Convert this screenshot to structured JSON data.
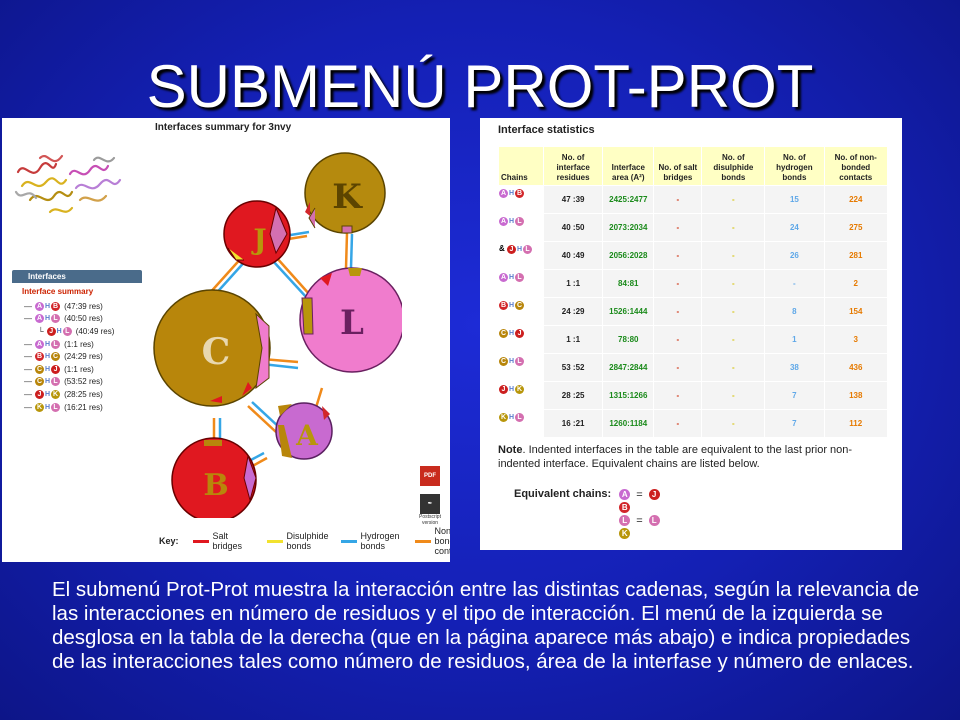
{
  "slide": {
    "title": "SUBMENÚ PROT-PROT",
    "body_text": "El submenú Prot-Prot muestra la interacción entre las distintas cadenas, según la relevancia de las interacciones en número de residuos y el tipo de interacción. El menú de la izquierda se desglosa en la tabla de la derecha (que en la página aparece más abajo) e indica propiedades de las interacciones tales como número de residuos, área de la interfase y número de enlaces."
  },
  "left_panel": {
    "title": "Interfaces summary for 3nvy",
    "menu": {
      "header": "Interfaces",
      "summary_label": "Interface summary",
      "items": [
        {
          "a": "A",
          "b": "B",
          "res": "(47:39 res)",
          "indent": false
        },
        {
          "a": "A",
          "b": "L",
          "res": "(40:50 res)",
          "indent": false
        },
        {
          "a": "J",
          "b": "L",
          "res": "(40:49 res)",
          "indent": true
        },
        {
          "a": "A",
          "b": "L",
          "res": "(1:1 res)",
          "indent": false
        },
        {
          "a": "B",
          "b": "C",
          "res": "(24:29 res)",
          "indent": false
        },
        {
          "a": "C",
          "b": "J",
          "res": "(1:1 res)",
          "indent": false
        },
        {
          "a": "C",
          "b": "L",
          "res": "(53:52 res)",
          "indent": false
        },
        {
          "a": "J",
          "b": "K",
          "res": "(28:25 res)",
          "indent": false
        },
        {
          "a": "K",
          "b": "L",
          "res": "(16:21 res)",
          "indent": false
        }
      ]
    },
    "diagram_nodes": {
      "K": "K",
      "J": "J",
      "L": "L",
      "C": "C",
      "A": "A",
      "B": "B"
    },
    "download_icons": {
      "pdf": "PDF",
      "postscript": "Postscript version"
    },
    "key": {
      "title": "Key:",
      "items": [
        {
          "label": "Salt bridges",
          "color": "#e0171f"
        },
        {
          "label": "Disulphide bonds",
          "color": "#f2e22e"
        },
        {
          "label": "Hydrogen bonds",
          "color": "#35a6e6"
        },
        {
          "label": "Non-bonded contacts",
          "color": "#f08a1a"
        }
      ]
    }
  },
  "chain_colors": {
    "A": "#c86ad0",
    "B": "#d2262a",
    "C": "#b8860b",
    "J": "#cc1f1f",
    "K": "#b8960b",
    "L": "#d46fb0"
  },
  "right_panel": {
    "title": "Interface statistics",
    "columns": [
      "Chains",
      "No. of interface residues",
      "Interface area (A²)",
      "No. of salt bridges",
      "No. of disulphide bonds",
      "No. of hydrogen bonds",
      "No. of non-bonded contacts"
    ],
    "rows": [
      {
        "a": "A",
        "b": "B",
        "prefix": "",
        "res": "47 :39",
        "area": "2425:2477",
        "salt": "-",
        "dis": "-",
        "hb": "15",
        "nb": "224"
      },
      {
        "a": "A",
        "b": "L",
        "prefix": "",
        "res": "40 :50",
        "area": "2073:2034",
        "salt": "-",
        "dis": "-",
        "hb": "24",
        "nb": "275"
      },
      {
        "a": "J",
        "b": "L",
        "prefix": "&",
        "res": "40 :49",
        "area": "2056:2028",
        "salt": "-",
        "dis": "-",
        "hb": "26",
        "nb": "281"
      },
      {
        "a": "A",
        "b": "L",
        "prefix": "",
        "res": "1 :1",
        "area": "84:81",
        "salt": "-",
        "dis": "-",
        "hb": "-",
        "nb": "2"
      },
      {
        "a": "B",
        "b": "C",
        "prefix": "",
        "res": "24 :29",
        "area": "1526:1444",
        "salt": "-",
        "dis": "-",
        "hb": "8",
        "nb": "154"
      },
      {
        "a": "C",
        "b": "J",
        "prefix": "",
        "res": "1 :1",
        "area": "78:80",
        "salt": "-",
        "dis": "-",
        "hb": "1",
        "nb": "3"
      },
      {
        "a": "C",
        "b": "L",
        "prefix": "",
        "res": "53 :52",
        "area": "2847:2844",
        "salt": "-",
        "dis": "-",
        "hb": "38",
        "nb": "436"
      },
      {
        "a": "J",
        "b": "K",
        "prefix": "",
        "res": "28 :25",
        "area": "1315:1266",
        "salt": "-",
        "dis": "-",
        "hb": "7",
        "nb": "138"
      },
      {
        "a": "K",
        "b": "L",
        "prefix": "",
        "res": "16 :21",
        "area": "1260:1184",
        "salt": "-",
        "dis": "-",
        "hb": "7",
        "nb": "112"
      }
    ],
    "note_bold": "Note",
    "note_text": ". Indented interfaces in the table are equivalent to the last prior non-indented interface. Equivalent chains are listed below.",
    "equivalent_label": "Equivalent chains:",
    "equivalents": [
      {
        "left": "A",
        "right": [
          "J",
          "B"
        ]
      },
      {
        "left": "L",
        "right": [
          "L",
          "K"
        ]
      }
    ]
  }
}
